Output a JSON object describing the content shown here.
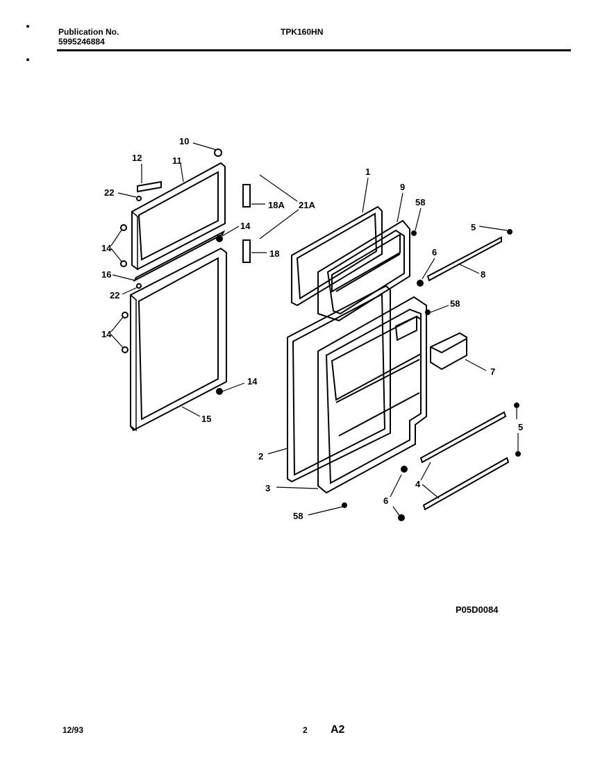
{
  "header": {
    "publication_label": "Publication No.",
    "publication_number": "5995246884",
    "model": "TPK160HN"
  },
  "diagram": {
    "reference_code": "P05D0084",
    "callouts": [
      "10",
      "12",
      "11",
      "22",
      "14",
      "16",
      "22",
      "14",
      "14",
      "15",
      "18A",
      "21A",
      "18",
      "1",
      "9",
      "58",
      "5",
      "6",
      "8",
      "58",
      "7",
      "2",
      "3",
      "58",
      "4",
      "5",
      "6"
    ]
  },
  "footer": {
    "date": "12/93",
    "page": "2",
    "section": "A2"
  }
}
